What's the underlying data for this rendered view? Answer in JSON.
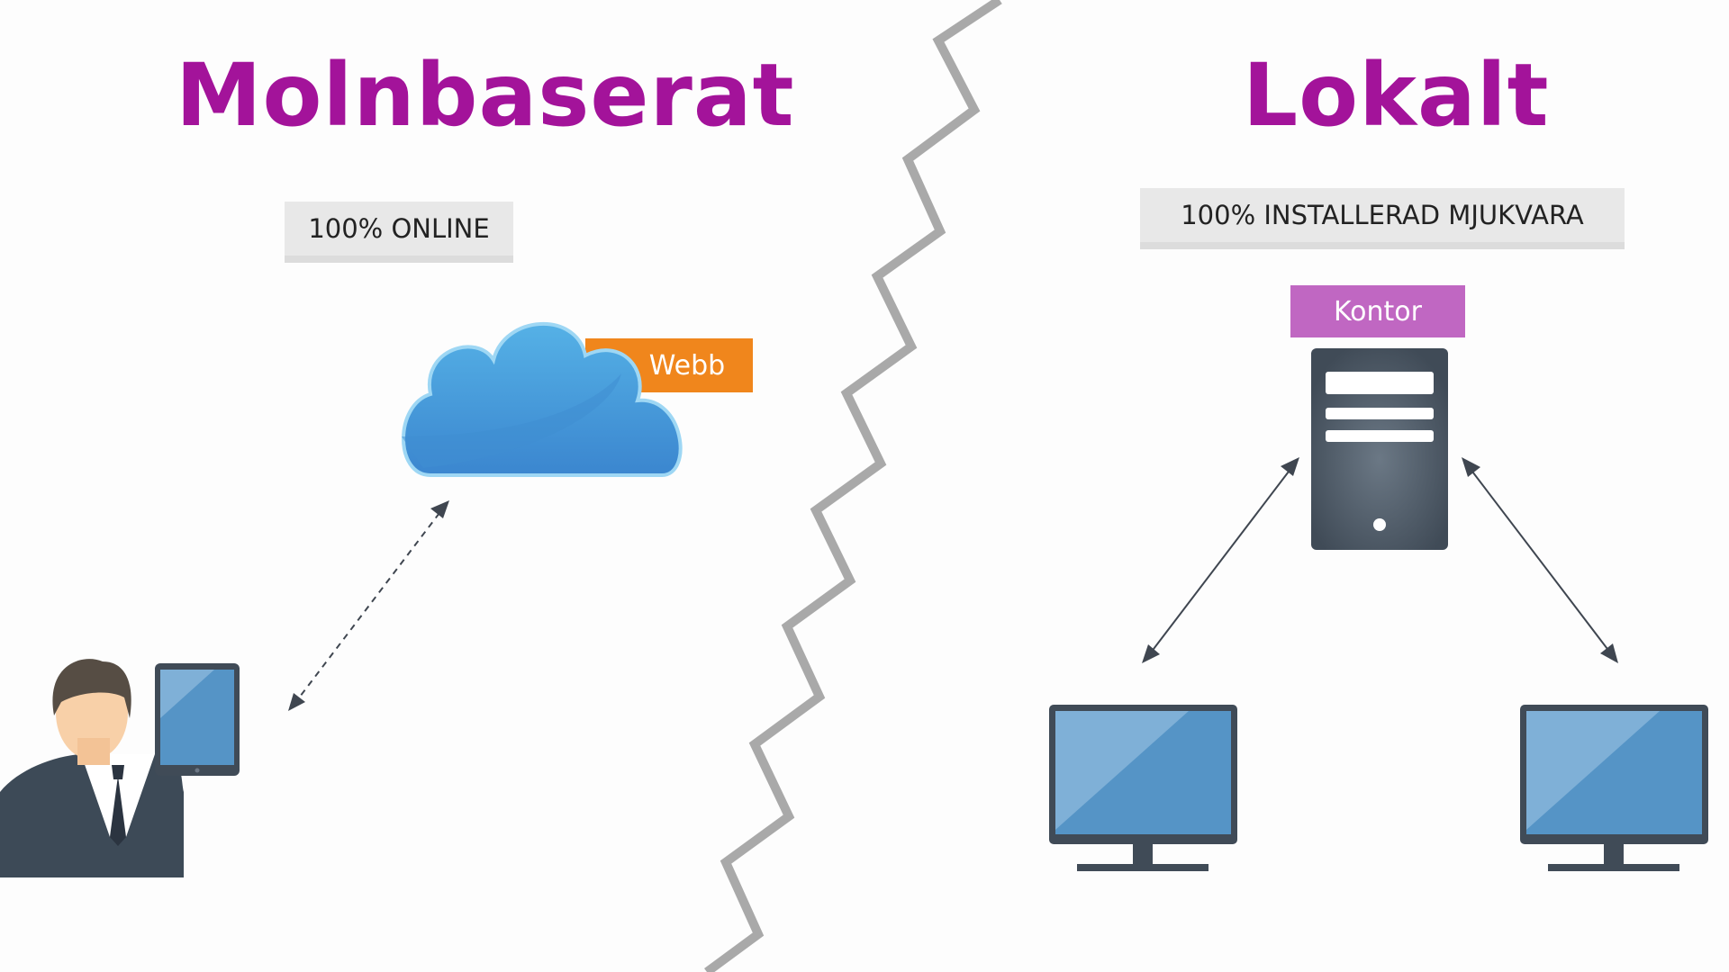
{
  "left": {
    "title": "Molnbaserat",
    "label": "100% ONLINE",
    "cloud_tag": "Webb"
  },
  "right": {
    "title": "Lokalt",
    "label": "100% INSTALLERAD MJUKVARA",
    "server_tag": "Kontor"
  },
  "colors": {
    "title": "#a3139a",
    "webb_tag": "#f0861c",
    "kontor_tag": "#c067c2",
    "divider": "#a9a9a9",
    "device_dark": "#404b57",
    "screen_blue": "#5594c6",
    "cloud_blue": "#4a9fdc"
  },
  "icons": [
    "cloud-icon",
    "person-icon",
    "tablet-icon",
    "server-icon",
    "monitor-icon"
  ]
}
